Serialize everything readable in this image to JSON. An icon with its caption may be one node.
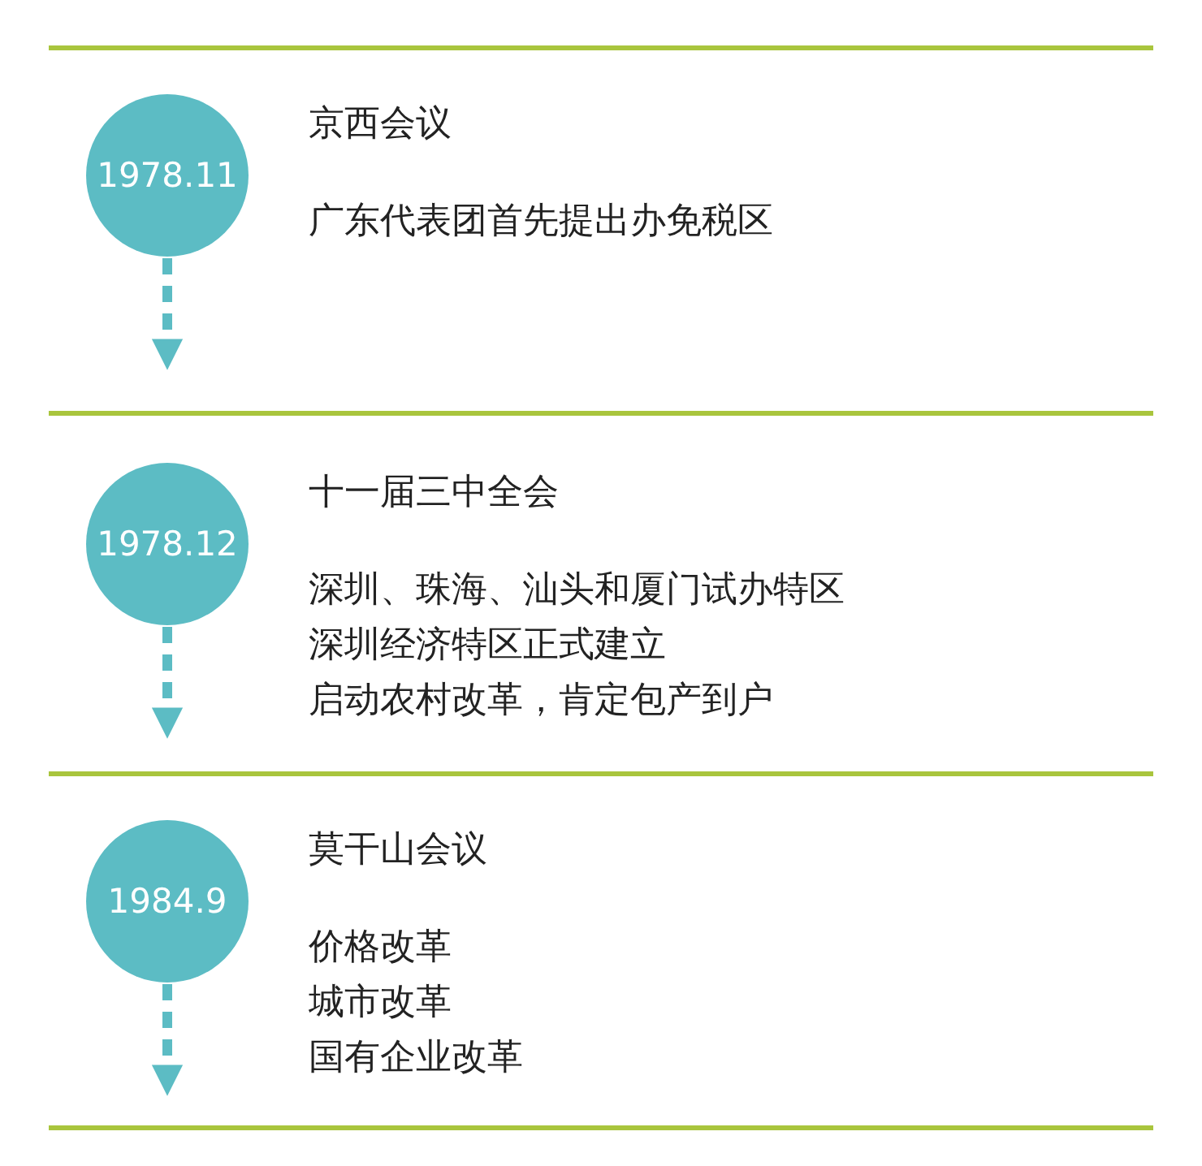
{
  "diagram": {
    "nodes": [
      {
        "text": [
          "1978.11"
        ],
        "beside": [
          "京西会议",
          "广东代表团首先提出办免税区"
        ]
      },
      {
        "text": [
          "1978.12"
        ],
        "beside": [
          "十一届三中全会",
          "深圳、珠海、汕头和厦门试办特区",
          "深圳经济特区正式建立",
          "启动农村改革，肯定包产到户"
        ]
      },
      {
        "text": [
          "1984.9"
        ],
        "beside": [
          "莫干山会议",
          "价格改革",
          "城市改革",
          "国有企业改革"
        ]
      }
    ],
    "edges": [
      {
        "from": 0,
        "to": null,
        "arrow": "to",
        "style": "dashed"
      },
      {
        "from": 1,
        "to": null,
        "arrow": "to",
        "style": "dashed"
      },
      {
        "from": 2,
        "to": null,
        "arrow": "to",
        "style": "dashed"
      }
    ]
  }
}
